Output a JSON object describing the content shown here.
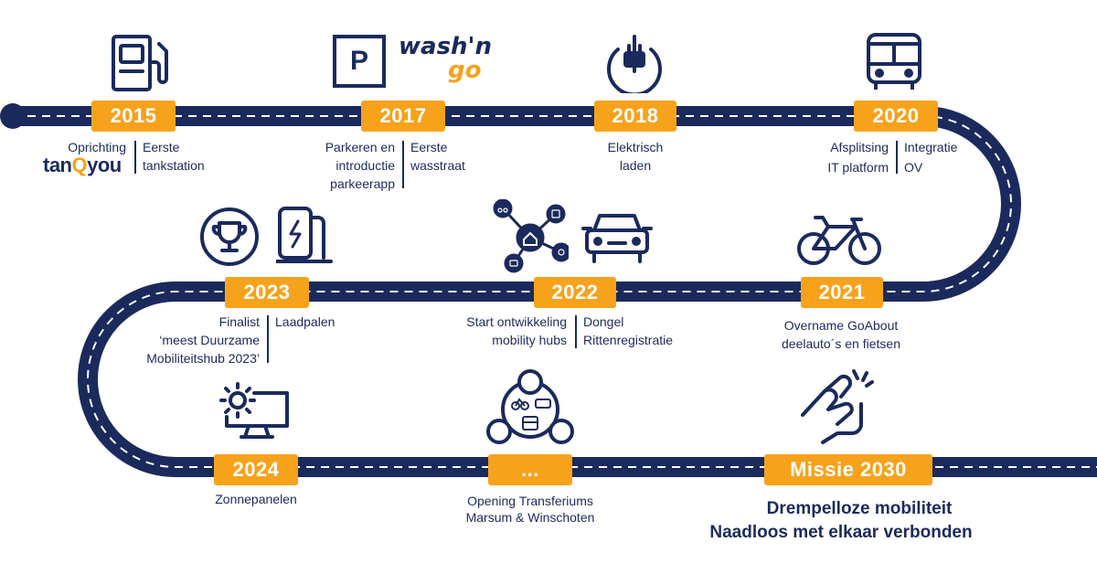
{
  "colors": {
    "navy": "#1b2a5c",
    "orange": "#f7a21b",
    "road_dash": "#ffffff"
  },
  "milestones": {
    "m2015": {
      "year": "2015",
      "left": "Oprichting",
      "logo_a": "tan",
      "logo_q": "Q",
      "logo_b": "you",
      "right_1": "Eerste",
      "right_2": "tankstation",
      "icon": "fuel-pump-icon"
    },
    "m2017": {
      "year": "2017",
      "left_1": "Parkeren en",
      "left_2": "introductie",
      "left_3": "parkeerapp",
      "right_1": "Eerste",
      "right_2": "wasstraat",
      "icon": "parking-icon",
      "parking_letter": "P",
      "wash_logo": "wash'n",
      "go_logo": "go"
    },
    "m2018": {
      "year": "2018",
      "line_1": "Elektrisch",
      "line_2": "laden",
      "icon": "plug-icon"
    },
    "m2020": {
      "year": "2020",
      "left_1": "Afsplitsing",
      "left_2": "IT platform",
      "right_1": "Integratie",
      "right_2": "OV",
      "icon": "bus-icon"
    },
    "m2021": {
      "year": "2021",
      "line_1": "Overname GoAbout",
      "line_2": "deelauto´s en fietsen",
      "icon": "bicycle-icon"
    },
    "m2022": {
      "year": "2022",
      "left_1": "Start ontwikkeling",
      "left_2": "mobility hubs",
      "right_1": "Dongel",
      "right_2": "Rittenregistratie",
      "icons": [
        "mobility-hub-network-icon",
        "car-icon"
      ]
    },
    "m2023": {
      "year": "2023",
      "left_1": "Finalist",
      "left_2": "‘meest Duurzame",
      "left_3": "Mobiliteitshub 2023’",
      "right_1": "Laadpalen",
      "icons": [
        "trophy-icon",
        "charging-station-icon"
      ]
    },
    "m2024": {
      "year": "2024",
      "line_1": "Zonnepanelen",
      "icon": "solar-monitor-icon"
    },
    "mdots": {
      "year": "...",
      "line_1": "Opening Transferiums",
      "line_2": "Marsum & Winschoten",
      "icon": "transferium-icon"
    },
    "mission": {
      "year": "Missie 2030",
      "line_1": "Drempelloze mobiliteit",
      "line_2": "Naadloos met elkaar verbonden",
      "icon": "handshake-icon"
    }
  }
}
